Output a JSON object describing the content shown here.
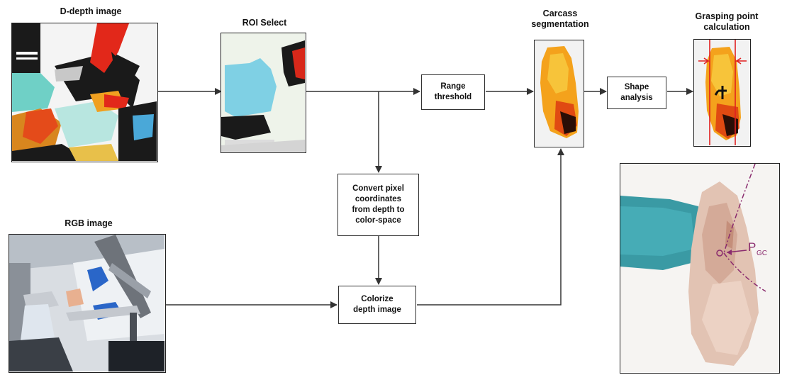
{
  "labels": {
    "ddepth": "D-depth image",
    "roi": "ROI Select",
    "carcass": "Carcass\nsegmentation",
    "grasp": "Grasping point\ncalculation",
    "rgb": "RGB image"
  },
  "boxes": {
    "range": "Range\nthreshold",
    "shape": "Shape\nanalysis",
    "convert": "Convert pixel\ncoordinates\nfrom depth to\ncolor-space",
    "colorize": "Colorize\ndepth image"
  },
  "photo_annotation": {
    "main": "P",
    "sub": "GC"
  },
  "colors": {
    "arrow": "#333333",
    "annotation": "#8a2b6e",
    "grasp_marker": "#e02020"
  }
}
